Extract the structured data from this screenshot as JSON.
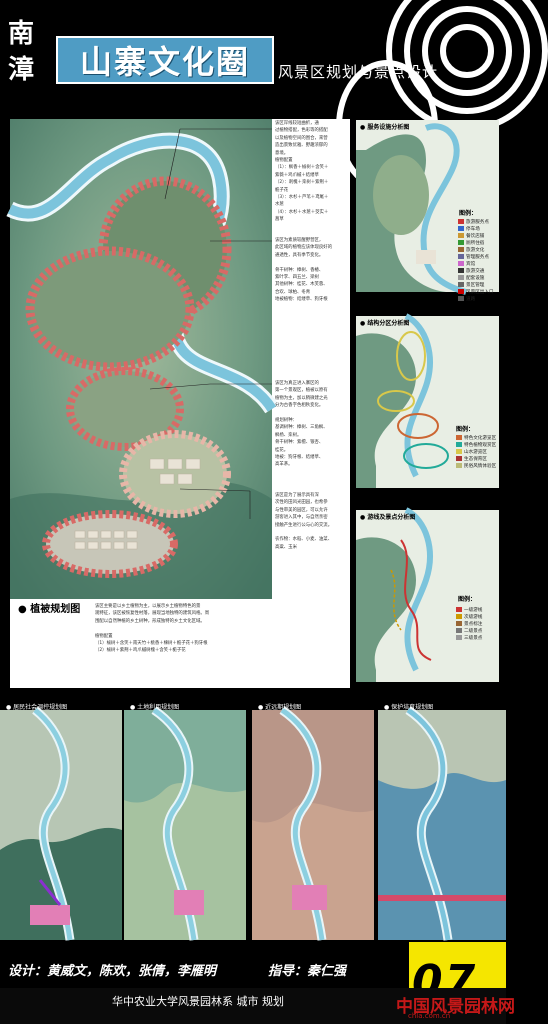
{
  "header": {
    "char_nan": "南",
    "char_zhang": "漳",
    "title": "山寨文化圈",
    "subtitle": "风景区规划与景点设计"
  },
  "main_plan": {
    "title": "植被规划图",
    "note1": [
      "该区岸线较短曲折，通",
      "过植物搭配，色彩等的搭配",
      "以及植物空间的围合，来营",
      "造出景致优雅、野趣浓郁的",
      "意境。",
      "植物配置",
      "（1）：枫香＋榆树＋含笑＋",
      "紫薇＋鸡爪槭＋结缕草",
      "（2）：刺槐＋栾树＋紫荆＋",
      "栀子花",
      "（3）：水杉＋芦苇＋鸢尾＋",
      "水葱",
      "（4）：水杉＋水葱＋茭实＋",
      "菖草"
    ],
    "note2": [
      "该区为素质较醒野营区，",
      "此区域的植物应该体现良好的",
      "通透性，具有季节变化。",
      "",
      "骨干树种：樟树、香椿、",
      "紫叶李、四五兰、梁树",
      "其他树种：桂花、木芙蓉、",
      "合欢、球柏、冬青",
      "地被植物：结缕草、狗牙根"
    ],
    "note3": [
      "该区为真正进入寨区的",
      "第一个景观区，植被以原有",
      "植物为主，加以稍微建之光",
      "分为古香字色相秋变化。",
      "",
      "规划树种：",
      "基调树种：樟树、三角枫、",
      "枫杨、栾树。",
      "骨干树种：紫檀、银杏、",
      "桂花。",
      "地被：狗牙根、结缕草、",
      "高羊茅。"
    ],
    "note4": [
      "该区是为了展示具有深",
      "次性的田风光田园，也希参",
      "与性审美的园区，可以允许",
      "游客进入其中，与自然亲密",
      "接触产生进行公与心的交流。",
      "",
      "农作物：水稻、小麦、油菜、",
      "高粱、玉米"
    ],
    "note5": [
      "该区主要是以乡土植物为主，以展示乡土植物特色的景",
      "观特征，该区被恢复性村落，展现当地独特的建筑风格。周",
      "围配以自然种植的乡土树种，形成独特的乡土文化区域。",
      "",
      "植物配置",
      "（1）榆树＋含笑＋南天竹＋桃香＋楝树＋栀子花＋狗牙根",
      "（2）榆树＋紫荆＋鸡爪槭树槐＋含笑＋栀子花"
    ]
  },
  "right_maps": [
    {
      "title": "服务设施分析图",
      "legend_title": "图例：",
      "legend": [
        "旅游服务点",
        "停车场",
        "餐饮店铺",
        "厕所住宿",
        "旅游文化",
        "管理服务点",
        "宾馆",
        "旅游交通",
        "配套设施",
        "景区管理",
        "风景区出入口",
        "道路"
      ],
      "legend_colors": [
        "#c33",
        "#36c",
        "#c93",
        "#393",
        "#963",
        "#669",
        "#c6c",
        "#333",
        "#999",
        "#666",
        "#c00",
        "#555"
      ]
    },
    {
      "title": "结构分区分析图",
      "legend_title": "图例：",
      "legend": [
        "特色文化游览区",
        "特色植物观赏区",
        "山水游览区",
        "生态保育区",
        "民俗风情体验区"
      ],
      "legend_colors": [
        "#c63",
        "#2a9",
        "#d8c84a",
        "#a33",
        "#bb7"
      ]
    },
    {
      "title": "游线及景点分析图",
      "legend_title": "图例：",
      "legend": [
        "一级游线",
        "次级游线",
        "景点标注",
        "二级景点",
        "三级景点"
      ],
      "legend_colors": [
        "#c33",
        "#c90",
        "#963",
        "#777",
        "#999"
      ]
    }
  ],
  "bottom_maps": [
    {
      "title": "居民社会调控规划图"
    },
    {
      "title": "土地利用规划图"
    },
    {
      "title": "近远期规划图"
    },
    {
      "title": "保护培育规划图"
    }
  ],
  "footer": {
    "credits": "设计：黄威文，陈欢，张倩，李雁明",
    "advisor": "指导：秦仁强",
    "page_number": "07",
    "school": "华中农业大学风景园林系 城市 规划",
    "watermark": "中国风景园林网",
    "watermark_sub": "chla.com.cn"
  },
  "colors": {
    "title_bg": "#4f9cc4",
    "page_number_bg": "#f5e600",
    "watermark": "#c41818",
    "terrain_green": "#5f8c74",
    "river_blue": "#7cc4dc",
    "zone_pink": "#d86a66"
  }
}
